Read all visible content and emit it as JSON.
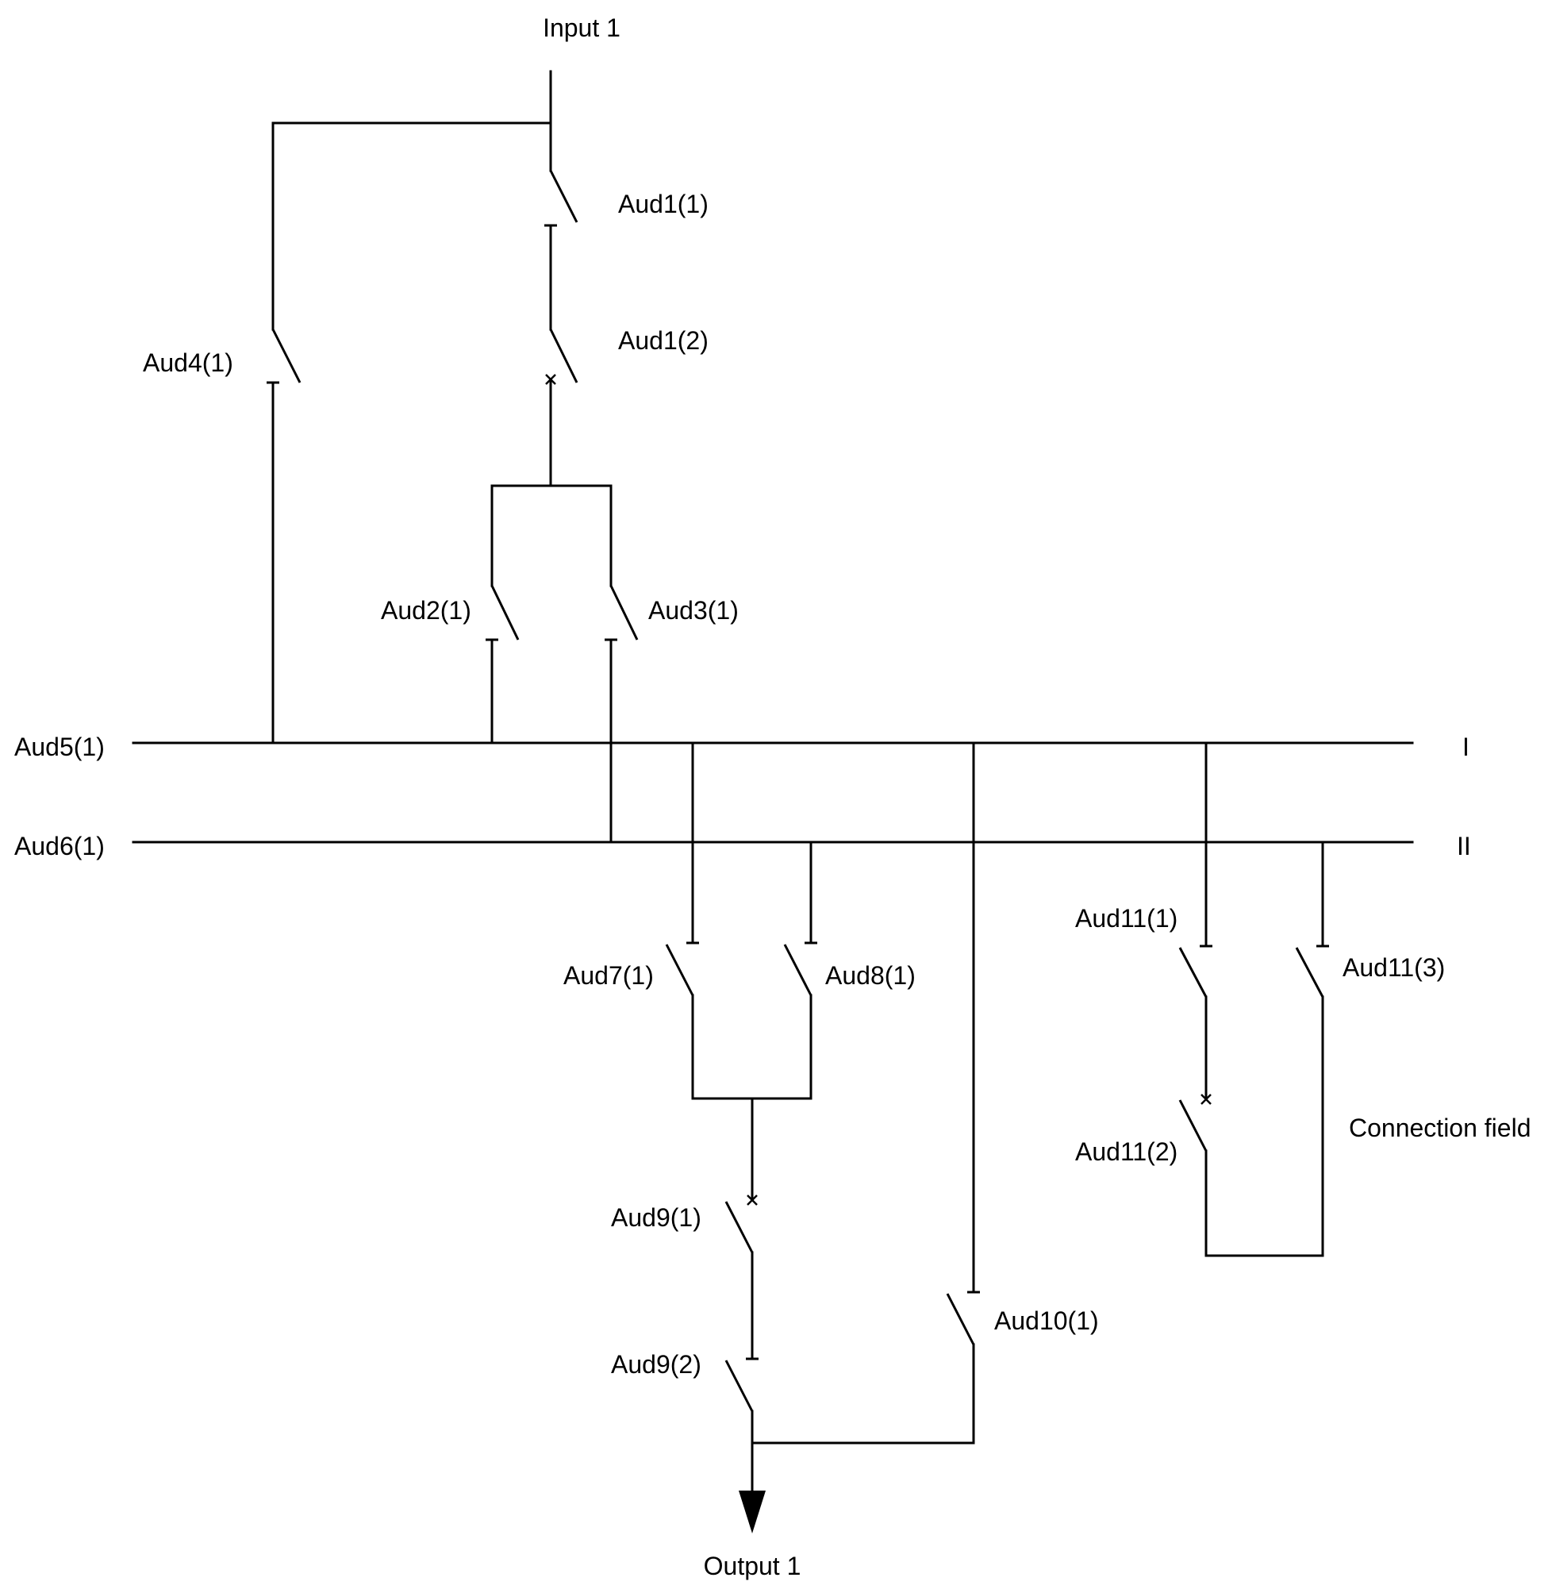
{
  "colors": {
    "line": "#000000",
    "background": "#ffffff"
  },
  "labels": {
    "input": "Input 1",
    "output": "Output 1",
    "bus1_name": "Aud5(1)",
    "bus2_name": "Aud6(1)",
    "bus1_roman": "I",
    "bus2_roman": "II",
    "connection_field": "Connection field"
  },
  "switches": {
    "aud1_1": "Aud1(1)",
    "aud1_2": "Aud1(2)",
    "aud2_1": "Aud2(1)",
    "aud3_1": "Aud3(1)",
    "aud4_1": "Aud4(1)",
    "aud7_1": "Aud7(1)",
    "aud8_1": "Aud8(1)",
    "aud9_1": "Aud9(1)",
    "aud9_2": "Aud9(2)",
    "aud10_1": "Aud10(1)",
    "aud11_1": "Aud11(1)",
    "aud11_2": "Aud11(2)",
    "aud11_3": "Aud11(3)"
  }
}
